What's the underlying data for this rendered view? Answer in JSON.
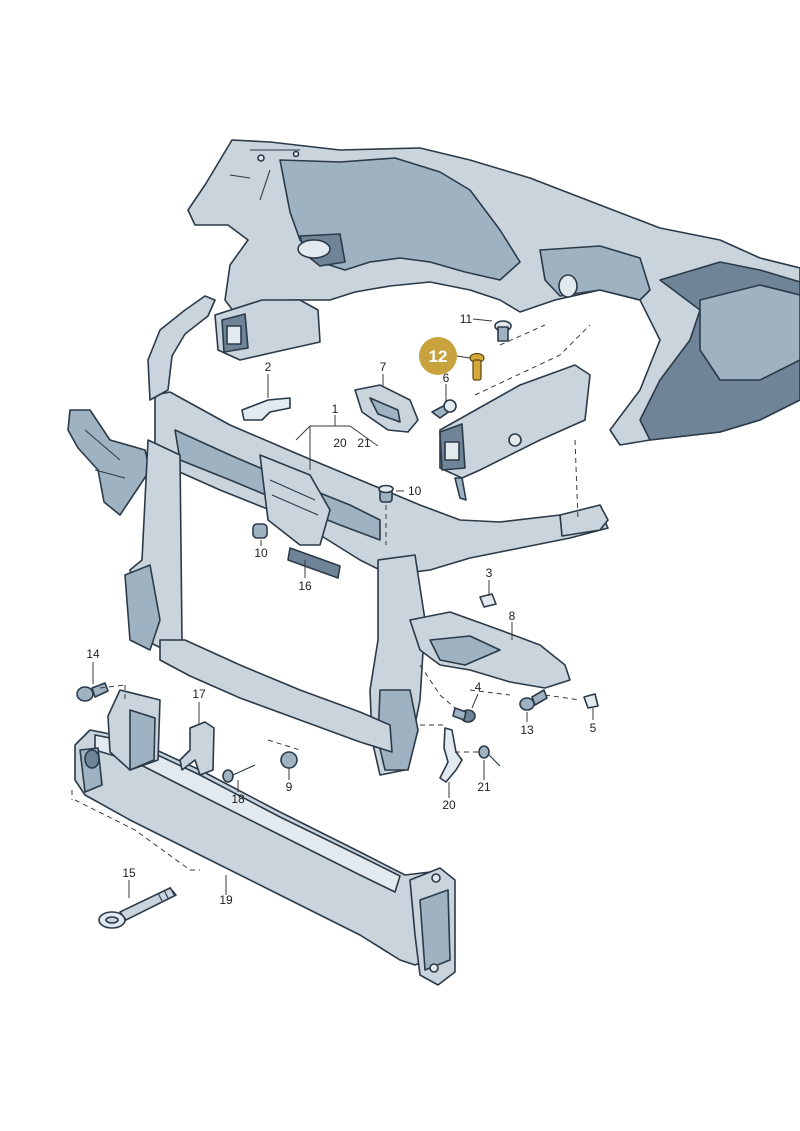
{
  "diagram": {
    "highlighted_callout": "12",
    "highlight_color": "#c8a23d",
    "part_color": "#c9d4dd",
    "callouts": [
      {
        "id": "c1",
        "label": "1"
      },
      {
        "id": "c2",
        "label": "2"
      },
      {
        "id": "c3",
        "label": "3"
      },
      {
        "id": "c4",
        "label": "4"
      },
      {
        "id": "c5",
        "label": "5"
      },
      {
        "id": "c6",
        "label": "6"
      },
      {
        "id": "c7",
        "label": "7"
      },
      {
        "id": "c8",
        "label": "8"
      },
      {
        "id": "c9",
        "label": "9"
      },
      {
        "id": "c10a",
        "label": "10"
      },
      {
        "id": "c10b",
        "label": "10"
      },
      {
        "id": "c10c",
        "label": "10"
      },
      {
        "id": "c11",
        "label": "11"
      },
      {
        "id": "c13",
        "label": "13"
      },
      {
        "id": "c14",
        "label": "14"
      },
      {
        "id": "c15",
        "label": "15"
      },
      {
        "id": "c16",
        "label": "16"
      },
      {
        "id": "c17",
        "label": "17"
      },
      {
        "id": "c18",
        "label": "18"
      },
      {
        "id": "c19",
        "label": "19"
      },
      {
        "id": "c20a",
        "label": "20"
      },
      {
        "id": "c20b",
        "label": "20"
      },
      {
        "id": "c21a",
        "label": "21"
      },
      {
        "id": "c21b",
        "label": "21"
      }
    ]
  }
}
